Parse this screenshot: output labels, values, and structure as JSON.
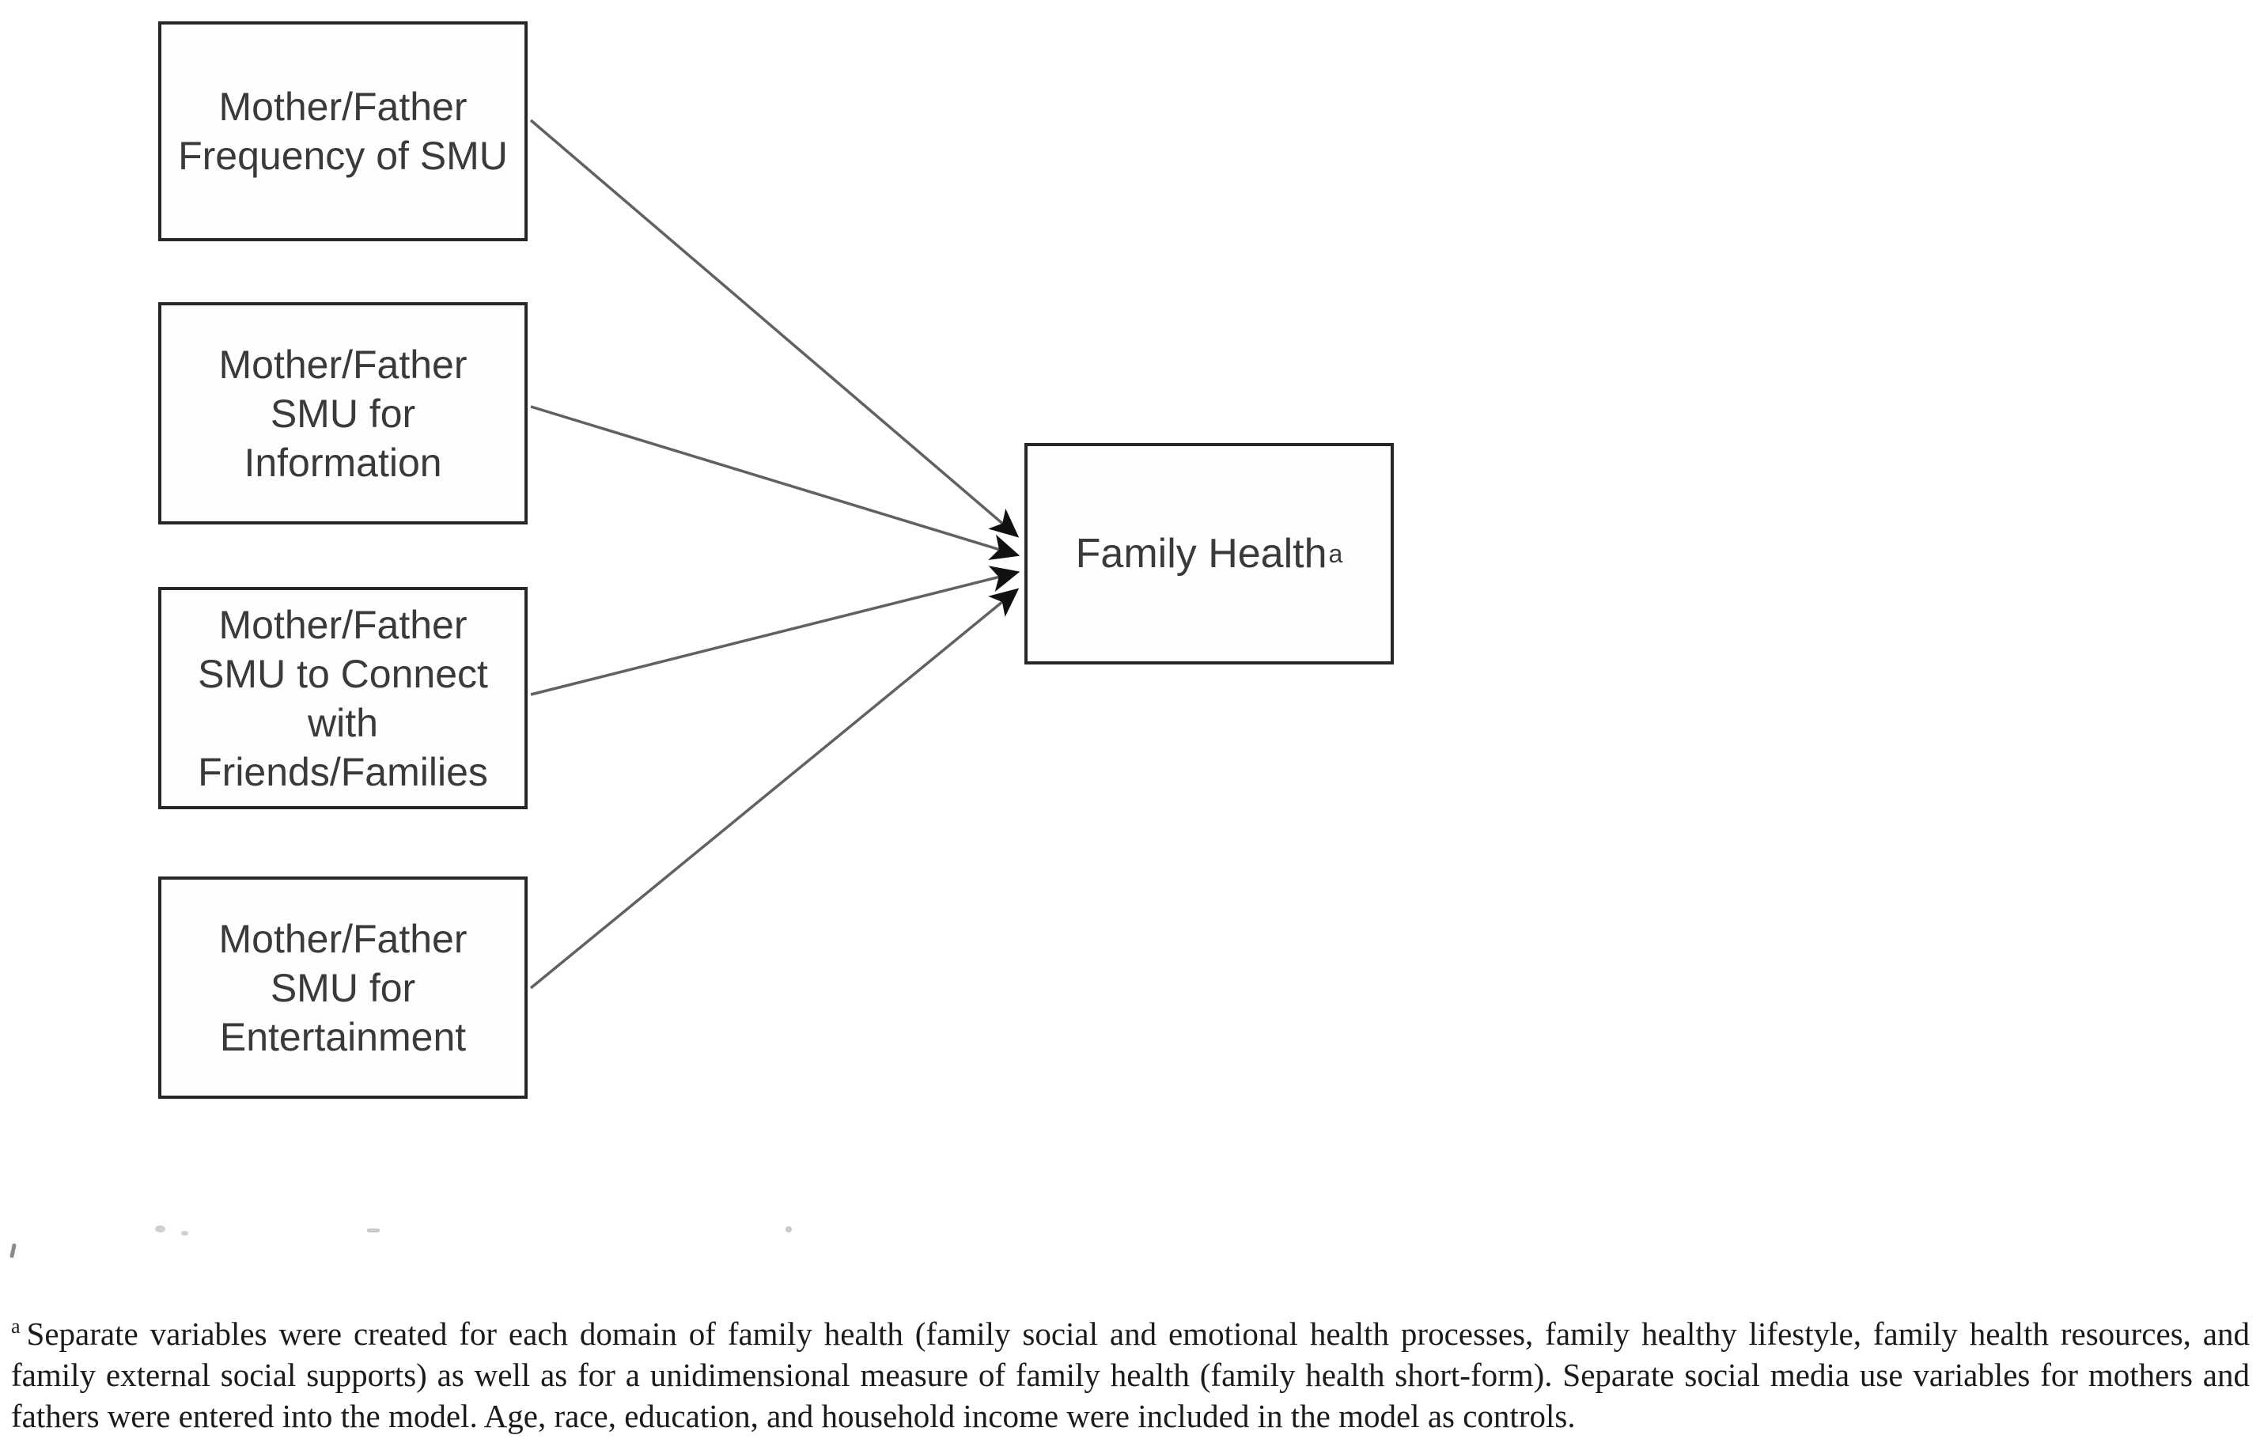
{
  "diagram": {
    "predictor_boxes": [
      {
        "id": "smu-frequency",
        "lines": [
          "Mother/Father",
          "Frequency of SMU"
        ]
      },
      {
        "id": "smu-information",
        "lines": [
          "Mother/Father",
          "SMU for",
          "Information"
        ]
      },
      {
        "id": "smu-connect",
        "lines": [
          "Mother/Father",
          "SMU to Connect",
          "with",
          "Friends/Families"
        ]
      },
      {
        "id": "smu-entertainment",
        "lines": [
          "Mother/Father",
          "SMU for",
          "Entertainment"
        ]
      }
    ],
    "outcome_box": {
      "label": "Family Health",
      "superscript": "a"
    },
    "arrow_count": 4,
    "colors": {
      "background": "#ffffff",
      "box_border": "#272727",
      "box_text": "#3a3a3a",
      "arrow_line": "#616161",
      "arrowhead": "#111111",
      "footnote_text": "#1b1b1b"
    }
  },
  "footnote": {
    "marker": "a",
    "text": "Separate variables were created for each domain of family health (family social and emotional health processes, family healthy lifestyle, family health resources, and family external social supports) as well as for a unidimensional measure of family health (family health short-form). Separate social media use variables for mothers and fathers were entered into the model. Age, race, education, and household income were included in the model as controls."
  }
}
